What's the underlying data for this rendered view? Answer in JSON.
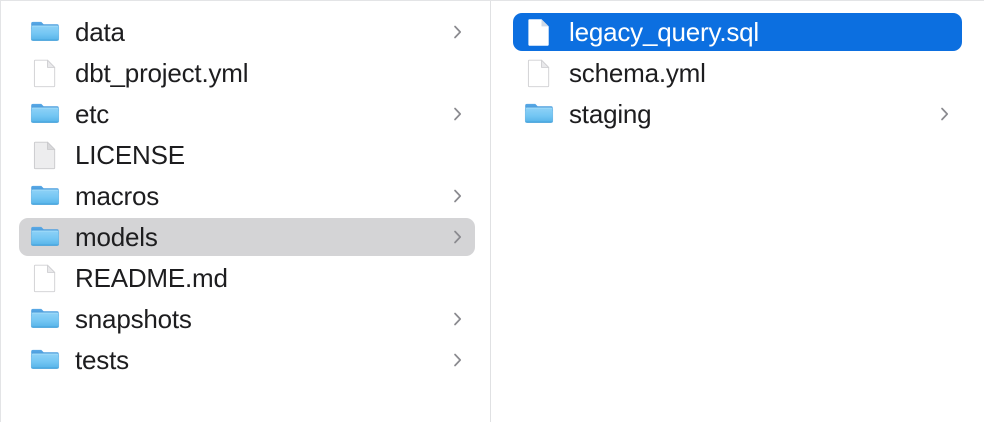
{
  "window": {
    "view_mode": "column-view",
    "accent_color": "#0c6fe0",
    "inactive_selection_color": "#d4d4d6",
    "text_color": "#1d1d1f",
    "divider_color": "#e0e1e3"
  },
  "columns": [
    {
      "name": "parent-column",
      "items": [
        {
          "label": "data",
          "kind": "folder",
          "icon": "folder-icon",
          "has_chevron": true,
          "selected": false,
          "selection_state": "none"
        },
        {
          "label": "dbt_project.yml",
          "kind": "file",
          "icon": "document-icon",
          "has_chevron": false,
          "selected": false,
          "selection_state": "none"
        },
        {
          "label": "etc",
          "kind": "folder",
          "icon": "folder-icon",
          "has_chevron": true,
          "selected": false,
          "selection_state": "none"
        },
        {
          "label": "LICENSE",
          "kind": "file-generic",
          "icon": "document-generic-icon",
          "has_chevron": false,
          "selected": false,
          "selection_state": "none"
        },
        {
          "label": "macros",
          "kind": "folder",
          "icon": "folder-icon",
          "has_chevron": true,
          "selected": false,
          "selection_state": "none"
        },
        {
          "label": "models",
          "kind": "folder",
          "icon": "folder-icon",
          "has_chevron": true,
          "selected": true,
          "selection_state": "inactive"
        },
        {
          "label": "README.md",
          "kind": "file",
          "icon": "document-icon",
          "has_chevron": false,
          "selected": false,
          "selection_state": "none"
        },
        {
          "label": "snapshots",
          "kind": "folder",
          "icon": "folder-icon",
          "has_chevron": true,
          "selected": false,
          "selection_state": "none"
        },
        {
          "label": "tests",
          "kind": "folder",
          "icon": "folder-icon",
          "has_chevron": true,
          "selected": false,
          "selection_state": "none"
        }
      ]
    },
    {
      "name": "child-column",
      "items": [
        {
          "label": "legacy_query.sql",
          "kind": "file",
          "icon": "document-icon",
          "has_chevron": false,
          "selected": true,
          "selection_state": "active"
        },
        {
          "label": "schema.yml",
          "kind": "file",
          "icon": "document-icon",
          "has_chevron": false,
          "selected": false,
          "selection_state": "none"
        },
        {
          "label": "staging",
          "kind": "folder",
          "icon": "folder-icon",
          "has_chevron": true,
          "selected": false,
          "selection_state": "none"
        }
      ]
    }
  ]
}
